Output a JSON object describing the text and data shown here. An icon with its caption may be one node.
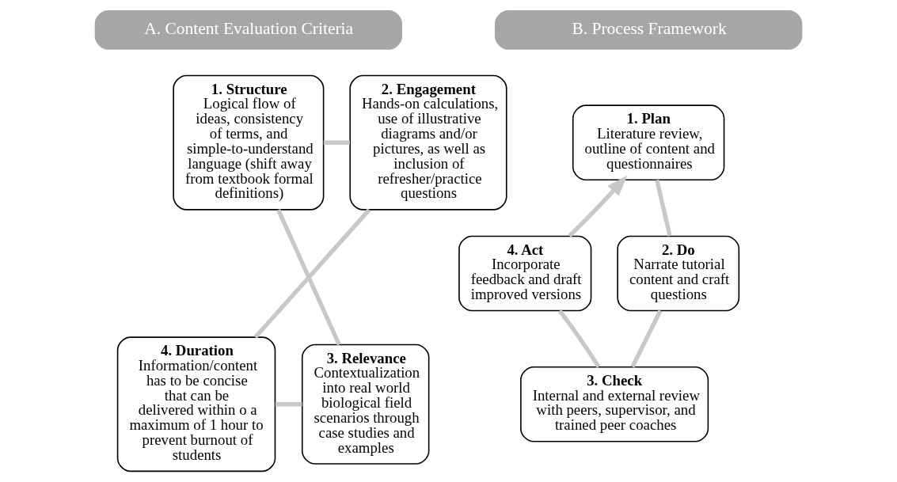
{
  "diagram": {
    "nodes": [
      {
        "text": [
          "A. Content Evaluation Criteria"
        ]
      },
      {
        "text": [
          "1. Structure",
          "Logical flow of ideas, consistency of terms, and simple-to-understand language (shift away from textbook formal definitions)"
        ]
      },
      {
        "text": [
          "2. Engagement",
          "Hands-on calculations, use of illustrative diagrams and/or pictures, as well as inclusion of refresher/practice questions"
        ]
      },
      {
        "text": [
          "3. Relevance",
          "Contextualization into real world biological field scenarios through case studies and examples"
        ]
      },
      {
        "text": [
          "4. Duration",
          "Information/content has to be concise that can be delivered within o a maximum of 1 hour to prevent burnout of students"
        ]
      },
      {
        "text": [
          "B. Process Framework"
        ]
      },
      {
        "text": [
          "1. Plan",
          "Literature review, outline of content and questionnaires"
        ]
      },
      {
        "text": [
          "4. Act",
          "Incorporate feedback and draft improved versions"
        ]
      },
      {
        "text": [
          "2. Do",
          "Narrate tutorial content and craft questions"
        ]
      },
      {
        "text": [
          "3. Check",
          "Internal and external review with peers, supervisor, and trained peer coaches"
        ]
      }
    ],
    "edges": [
      {
        "from": 1,
        "to": 2,
        "arrow": "none"
      },
      {
        "from": 2,
        "to": 4,
        "arrow": "none"
      },
      {
        "from": 4,
        "to": 3,
        "arrow": "none"
      },
      {
        "from": 3,
        "to": 1,
        "arrow": "none"
      },
      {
        "from": 6,
        "to": 8,
        "arrow": "none"
      },
      {
        "from": 8,
        "to": 9,
        "arrow": "none"
      },
      {
        "from": 9,
        "to": 7,
        "arrow": "none"
      },
      {
        "from": 7,
        "to": 6,
        "arrow": "to"
      }
    ]
  }
}
